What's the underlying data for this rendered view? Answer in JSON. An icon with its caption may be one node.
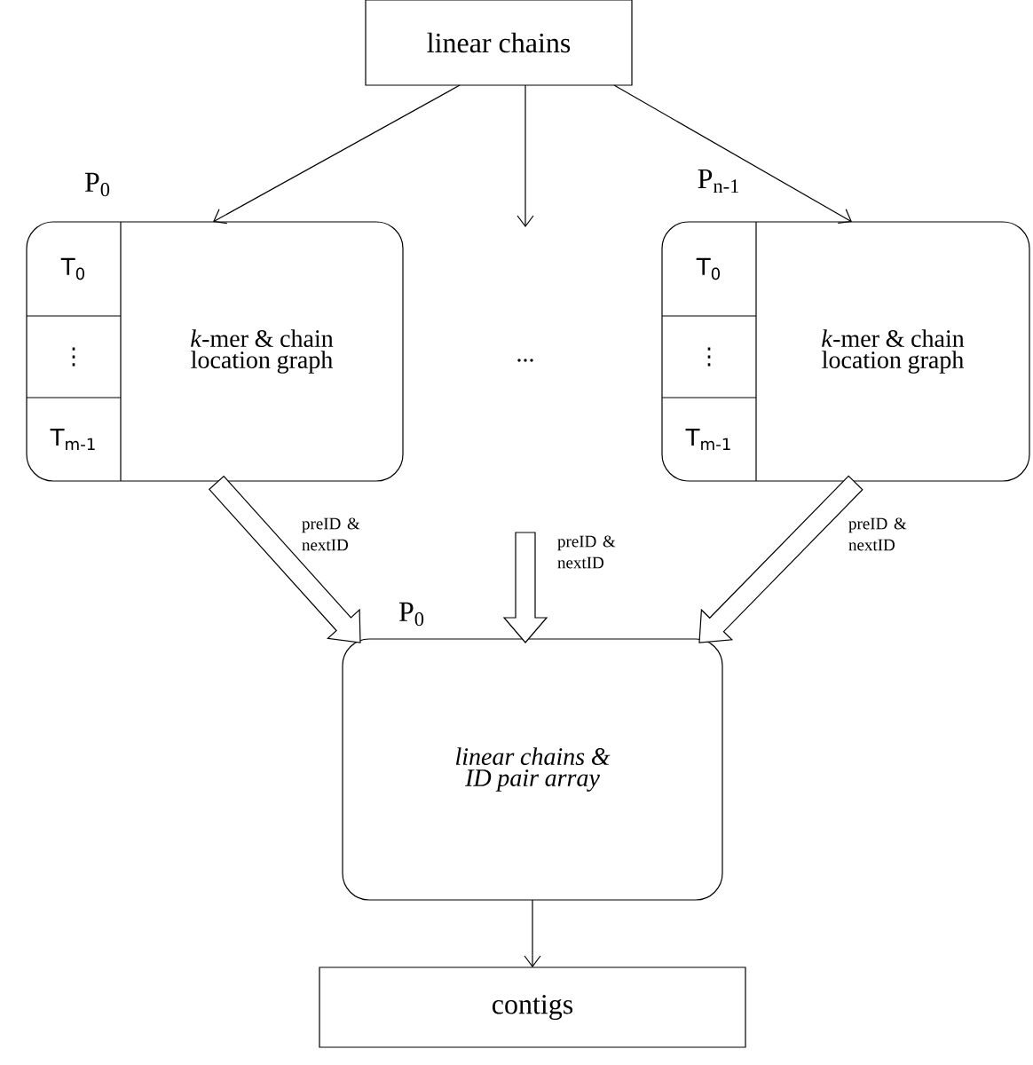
{
  "diagram": {
    "nodes": [
      {
        "text": [
          "linear chains"
        ]
      },
      {
        "text": [
          "P$_{0}$",
          "*k*-mer & chain location graph"
        ]
      },
      {
        "text": [
          "T$_{0}$"
        ],
        "in": 1
      },
      {
        "text": [
          "⋮"
        ],
        "in": 1
      },
      {
        "text": [
          "T$_{m-1}$"
        ],
        "in": 1
      },
      {
        "text": [
          "P$_{n-1}$",
          "*k*-mer & chain location graph"
        ]
      },
      {
        "text": [
          "T$_{0}$"
        ],
        "in": 5
      },
      {
        "text": [
          "⋮"
        ],
        "in": 5
      },
      {
        "text": [
          "T$_{m-1}$"
        ],
        "in": 5
      },
      {
        "text": [
          "P$_{0}$",
          "linear chains & ID pair array"
        ]
      },
      {
        "text": [
          "contigs"
        ]
      }
    ],
    "edges": [
      {
        "from": 0,
        "to": 1,
        "arrow": "to"
      },
      {
        "from": 0,
        "to": null,
        "arrow": "to"
      },
      {
        "from": 0,
        "to": 5,
        "arrow": "to"
      },
      {
        "from": 1,
        "to": 9,
        "arrow": "to",
        "label": "preID & nextID",
        "style": "thick"
      },
      {
        "from": null,
        "to": 9,
        "arrow": "to",
        "label": "preID & nextID",
        "style": "thick"
      },
      {
        "from": 5,
        "to": 9,
        "arrow": "to",
        "label": "preID & nextID",
        "style": "thick"
      },
      {
        "from": 9,
        "to": 10,
        "arrow": "to"
      }
    ],
    "labels": [
      "..."
    ]
  }
}
